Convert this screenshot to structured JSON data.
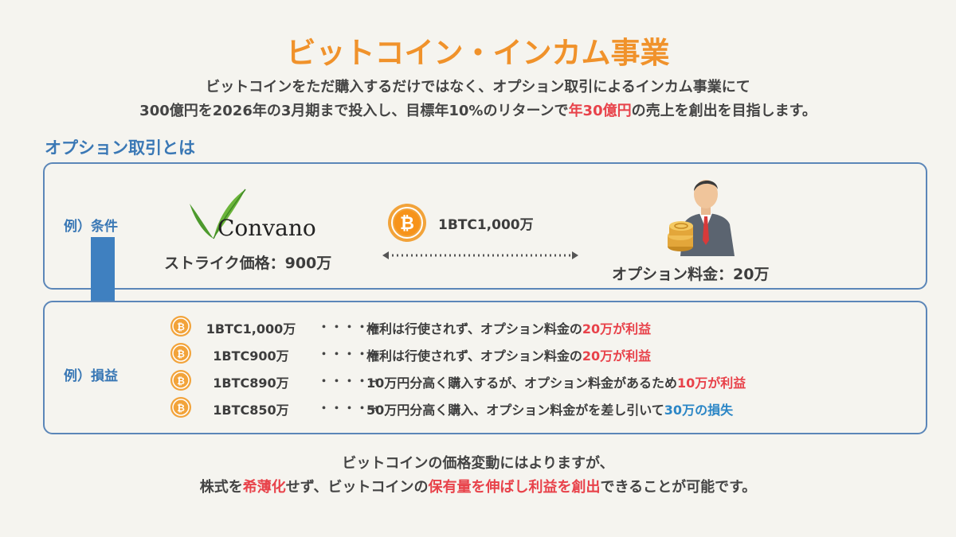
{
  "title": "ビットコイン・インカム事業",
  "intro": {
    "line1": "ビットコインをただ購入するだけではなく、オプション取引によるインカム事業にて",
    "line2_before": "300億円を2026年の3月期まで投入し、目標年10%のリターンで",
    "line2_highlight": "年30億円",
    "line2_after": "の売上を創出を目指します。"
  },
  "section_heading": "オプション取引とは",
  "example_condition": {
    "label": "例）条件",
    "logo_text": "Convano",
    "strike_price": "ストライク価格：900万",
    "btc_price": "1BTC1,000万",
    "option_fee": "オプション料金：20万"
  },
  "example_pnl": {
    "label": "例）損益",
    "arrow_glyph": "・・・・→",
    "rows": [
      {
        "price": "1BTC1,000万",
        "desc_before": "権利は行使されず、オプション料金の",
        "desc_highlight": "20万が利益",
        "highlight_color": "red"
      },
      {
        "price": "1BTC900万",
        "desc_before": "権利は行使されず、オプション料金の",
        "desc_highlight": "20万が利益",
        "highlight_color": "red"
      },
      {
        "price": "1BTC890万",
        "desc_before": "10万円分高く購入するが、オプション料金があるため",
        "desc_highlight": "10万が利益",
        "highlight_color": "red"
      },
      {
        "price": "1BTC850万",
        "desc_before": "50万円分高く購入、オプション料金がを差し引いて",
        "desc_highlight": "30万の損失",
        "highlight_color": "blue"
      }
    ]
  },
  "closing": {
    "line1": "ビットコインの価格変動にはよりますが、",
    "line2_part1": "株式を",
    "line2_highlight1": "希薄化",
    "line2_part2": "せず、ビットコインの",
    "line2_highlight2": "保有量を伸ばし利益を創出",
    "line2_part3": "できることが可能です。"
  },
  "colors": {
    "title": "#f0922b",
    "accent_blue": "#3a78b5",
    "highlight_red": "#e8424a",
    "highlight_blue": "#2b86c6",
    "bitcoin_orange": "#f2a33a"
  },
  "icons": [
    "bitcoin-icon",
    "convano-leaf-logo",
    "businessman-with-coins-icon",
    "down-arrow-icon"
  ]
}
